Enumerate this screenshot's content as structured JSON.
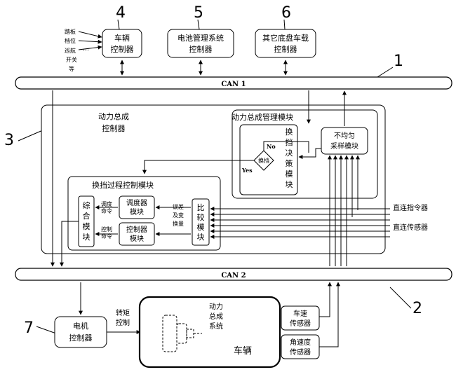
{
  "callouts": {
    "n1": "1",
    "n2": "2",
    "n3": "3",
    "n4": "4",
    "n5": "5",
    "n6": "6",
    "n7": "7"
  },
  "buses": {
    "can1": "CAN 1",
    "can2": "CAN 2"
  },
  "top_boxes": {
    "vehicle_ctrl": [
      "车辆",
      "控制器"
    ],
    "bms": [
      "电池管理系统",
      "控制器"
    ],
    "other": [
      "其它底盘车载",
      "控制器"
    ]
  },
  "vehicle_inputs": [
    "踏板",
    "档位",
    "巡航",
    "开关",
    "等"
  ],
  "dots": "…",
  "powertrain": {
    "title": [
      "动力总成",
      "控制器"
    ],
    "mgmt_title": "动力总成管理模块",
    "shift_decision": [
      "换",
      "挡",
      "决",
      "策",
      "模",
      "块"
    ],
    "shift_diamond": "换挡",
    "no": "No",
    "yes": "Yes",
    "sampling": [
      "不均匀",
      "采样模块"
    ],
    "process_title": "换挡过程控制模块",
    "synth": [
      "综",
      "合",
      "模",
      "块"
    ],
    "scheduler": [
      "调度器",
      "模块"
    ],
    "controller": [
      "控制器",
      "模块"
    ],
    "compare": [
      "比",
      "较",
      "模",
      "块"
    ],
    "sched_cmd": [
      "调度",
      "命令"
    ],
    "ctrl_cmd": [
      "控制",
      "命令"
    ],
    "error": [
      "误差",
      "及变",
      "换量"
    ]
  },
  "direct": {
    "cmd": "直连指令器",
    "sensor": "直连传感器"
  },
  "bottom": {
    "motor": [
      "电机",
      "控制器"
    ],
    "torque": [
      "转矩",
      "控制"
    ],
    "ptsys": [
      "动力",
      "总成",
      "系统"
    ],
    "vehicle": "车辆",
    "speed_sensor": [
      "车速",
      "传感器"
    ],
    "ang_sensor": [
      "角速度",
      "传感器"
    ]
  }
}
